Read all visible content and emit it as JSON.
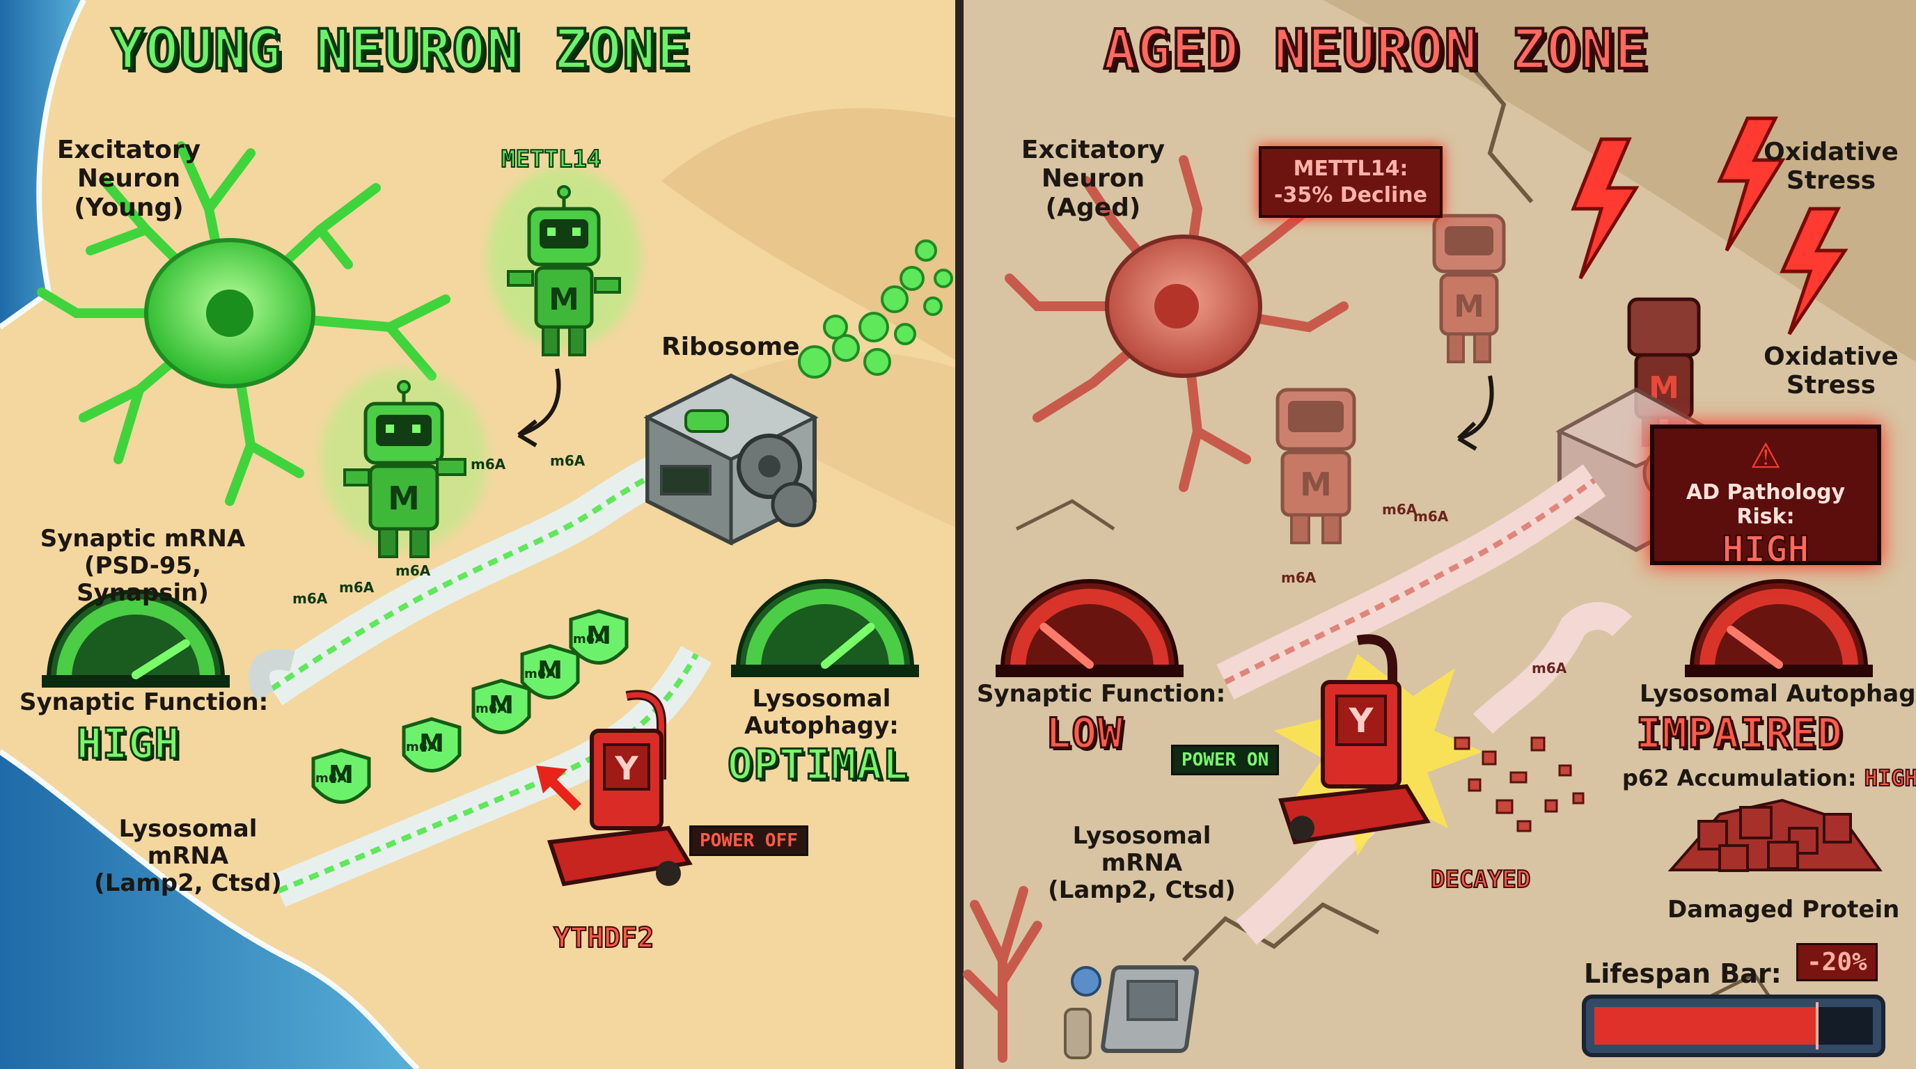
{
  "colors": {
    "young_accent": "#5ee85a",
    "aged_accent": "#e0453a",
    "sand": "#f2d49a",
    "aged_ground": "#d9c4a0",
    "sea": "#3d8fc4"
  },
  "young": {
    "title": "YOUNG NEURON ZONE",
    "neuron_label": "Excitatory\nNeuron\n(Young)",
    "mettl14_label": "METTL14",
    "robot_badge": "M",
    "ribosome_label": "Ribosome",
    "m6a_tag": "m6A",
    "synaptic_mrna_label": "Synaptic mRNA\n(PSD-95, Synapsin)",
    "synaptic_function_label": "Synaptic Function:",
    "synaptic_function_value": "HIGH",
    "lysosomal_autophagy_label": "Lysosomal\nAutophagy:",
    "lysosomal_autophagy_value": "OPTIMAL",
    "lysosomal_mrna_label": "Lysosomal mRNA\n(Lamp2, Ctsd)",
    "power_label": "POWER OFF",
    "vacuum_badge": "Y",
    "ythdf2_label": "YTHDF2",
    "synaptic_gauge_level": 0.82,
    "autophagy_gauge_level": 0.78
  },
  "aged": {
    "title": "AGED NEURON ZONE",
    "neuron_label": "Excitatory\nNeuron\n(Aged)",
    "mettl14_callout": "METTL14:\n-35% Decline",
    "robot_badge": "M",
    "oxidative_stress_1": "Oxidative\nStress",
    "oxidative_stress_2": "Oxidative\nStress",
    "m6a_tag": "m6A",
    "ad_risk_label": "AD Pathology Risk:",
    "ad_risk_value": "HIGH",
    "synaptic_function_label": "Synaptic Function:",
    "synaptic_function_value": "LOW",
    "lysosomal_autophagy_label": "Lysosomal Autophagy:",
    "lysosomal_autophagy_value": "IMPAIRED",
    "p62_label": "p62 Accumulation:",
    "p62_value": "HIGH",
    "power_label": "POWER ON",
    "vacuum_badge": "Y",
    "lysosomal_mrna_label": "Lysosomal mRNA\n(Lamp2, Ctsd)",
    "decayed_label": "DECAYED",
    "damaged_protein_label": "Damaged Protein",
    "lifespan_label": "Lifespan Bar:",
    "lifespan_change": "-20%",
    "lifespan_fill": 0.8,
    "synaptic_gauge_level": 0.22,
    "autophagy_gauge_level": 0.2
  }
}
